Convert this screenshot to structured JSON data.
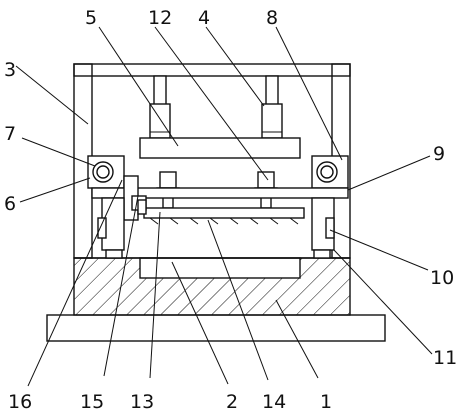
{
  "labels": {
    "l1": "1",
    "l2": "2",
    "l3": "3",
    "l4": "4",
    "l5": "5",
    "l6": "6",
    "l7": "7",
    "l8": "8",
    "l9": "9",
    "l10": "10",
    "l11": "11",
    "l12": "12",
    "l13": "13",
    "l14": "14",
    "l15": "15",
    "l16": "16"
  },
  "colors": {
    "line": "#111111",
    "background": "#ffffff"
  }
}
